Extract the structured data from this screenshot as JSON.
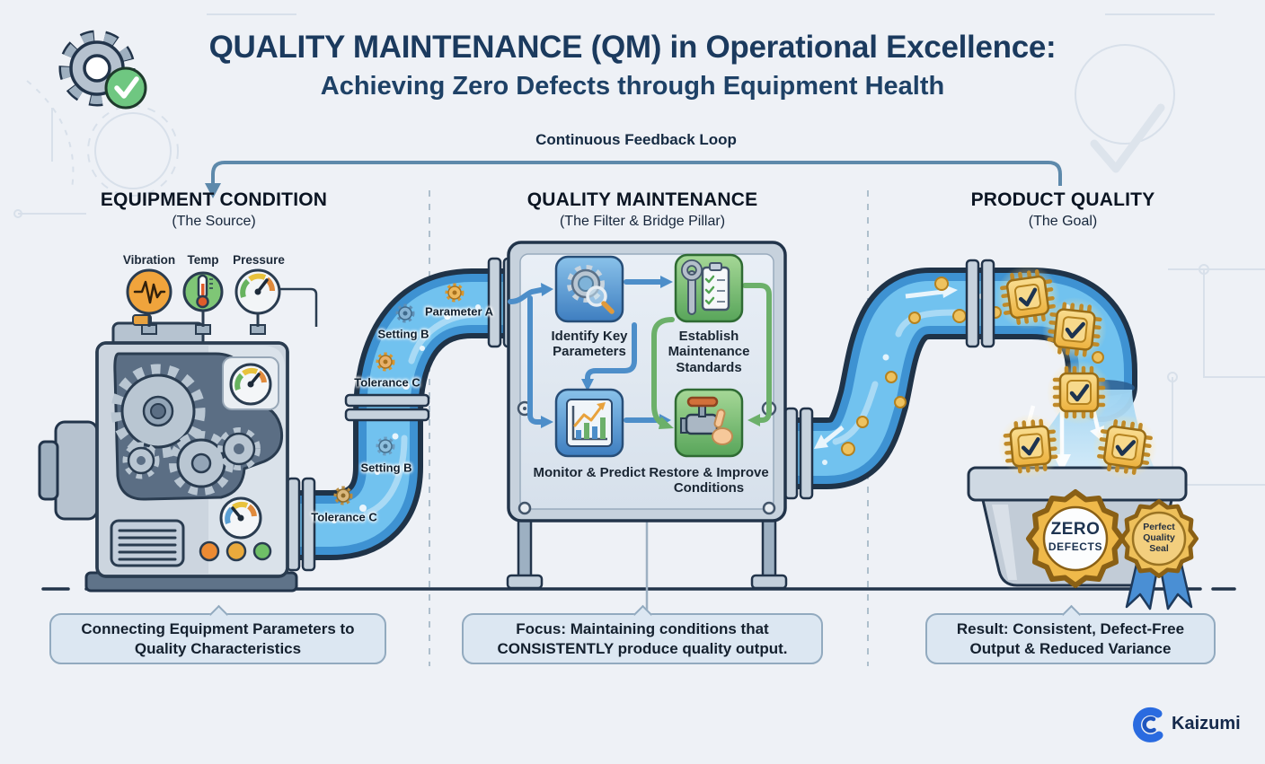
{
  "header": {
    "title": "QUALITY MAINTENANCE (QM) in Operational Excellence:",
    "subtitle": "Achieving Zero Defects through Equipment Health"
  },
  "feedback_loop": {
    "label": "Continuous Feedback Loop"
  },
  "columns": {
    "equipment": {
      "title": "EQUIPMENT CONDITION",
      "subtitle": "(The Source)"
    },
    "maintenance": {
      "title": "QUALITY MAINTENANCE",
      "subtitle": "(The Filter & Bridge Pillar)"
    },
    "product": {
      "title": "PRODUCT QUALITY",
      "subtitle": "(The Goal)"
    }
  },
  "sensors": {
    "vibration": "Vibration",
    "temp": "Temp",
    "pressure": "Pressure"
  },
  "pipe_labels": {
    "parameter_a": "Parameter A",
    "setting_b_upper": "Setting B",
    "tolerance_c_upper": "Tolerance C",
    "setting_b_lower": "Setting B",
    "tolerance_c_lower": "Tolerance C"
  },
  "qm_steps": {
    "identify": "Identify Key Parameters",
    "establish": "Establish Maintenance Standards",
    "monitor": "Monitor & Predict",
    "restore": "Restore & Improve Conditions"
  },
  "badges": {
    "zero_defects": {
      "line1": "ZERO",
      "line2": "DEFECTS"
    },
    "perfect_seal": {
      "line1": "Perfect",
      "line2": "Quality",
      "line3": "Seal"
    }
  },
  "captions": {
    "equipment": "Connecting Equipment Parameters to Quality Characteristics",
    "maintenance": "Focus: Maintaining conditions that CONSISTENTLY produce quality output.",
    "product": "Result: Consistent, Defect-Free Output & Reduced Variance"
  },
  "branding": {
    "name": "Kaizumi"
  },
  "colors": {
    "background": "#eef1f6",
    "title_navy": "#1b3a5e",
    "feedback_arrow": "#5d89ab",
    "pipe_blue": "#3e92d2",
    "step_blue": "#4d8ec9",
    "step_green": "#6cb06a",
    "chip_gold": "#f0b64a",
    "badge_gold": "#efb94a",
    "ribbon_blue": "#4a8fd4",
    "logo_blue": "#2a6be0"
  }
}
